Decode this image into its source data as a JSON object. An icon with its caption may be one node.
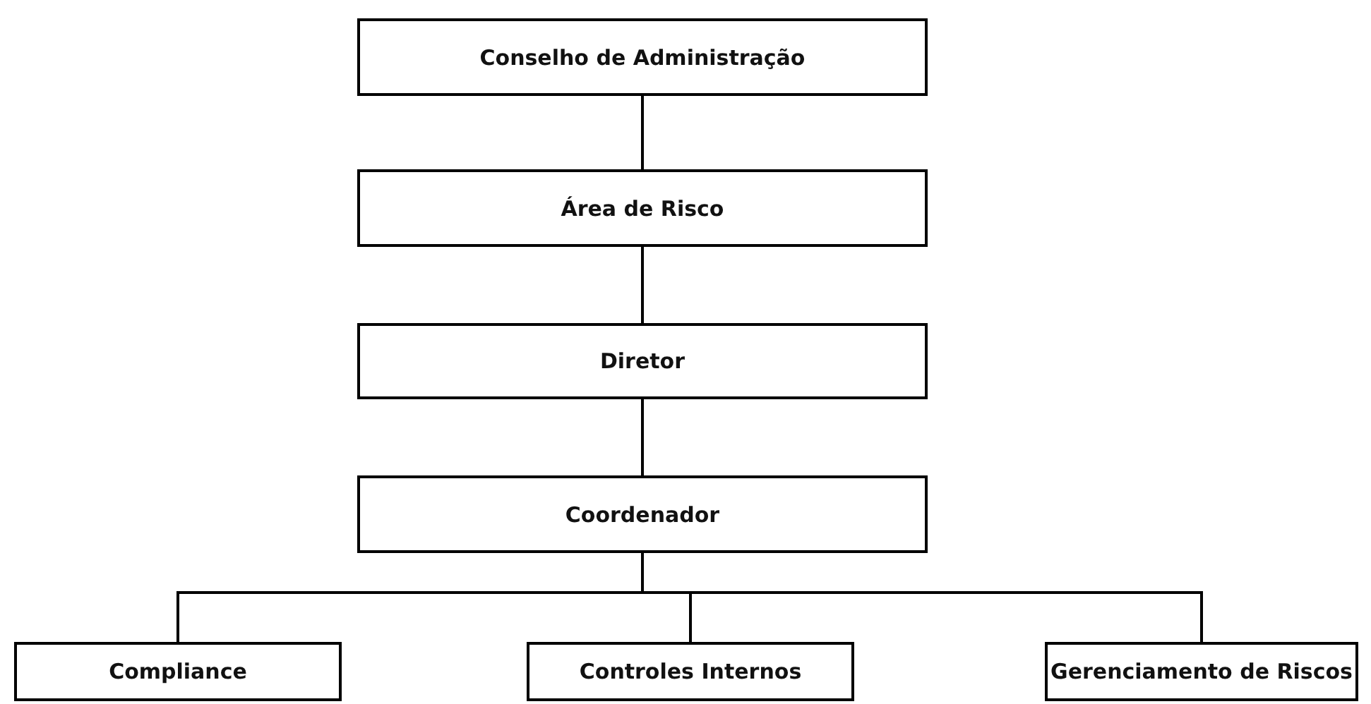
{
  "diagram": {
    "nodes": [
      {
        "text": [
          "Conselho de Administração"
        ]
      },
      {
        "text": [
          "Área de Risco"
        ]
      },
      {
        "text": [
          "Diretor"
        ]
      },
      {
        "text": [
          "Coordenador"
        ]
      },
      {
        "text": [
          "Compliance"
        ]
      },
      {
        "text": [
          "Controles Internos"
        ]
      },
      {
        "text": [
          "Gerenciamento de Riscos"
        ]
      }
    ],
    "edges": [
      {
        "from": 0,
        "to": 1,
        "arrow": "none"
      },
      {
        "from": 1,
        "to": 2,
        "arrow": "none"
      },
      {
        "from": 2,
        "to": 3,
        "arrow": "none"
      },
      {
        "from": 3,
        "to": 4,
        "arrow": "none"
      },
      {
        "from": 3,
        "to": 5,
        "arrow": "none"
      },
      {
        "from": 3,
        "to": 6,
        "arrow": "none"
      }
    ]
  }
}
